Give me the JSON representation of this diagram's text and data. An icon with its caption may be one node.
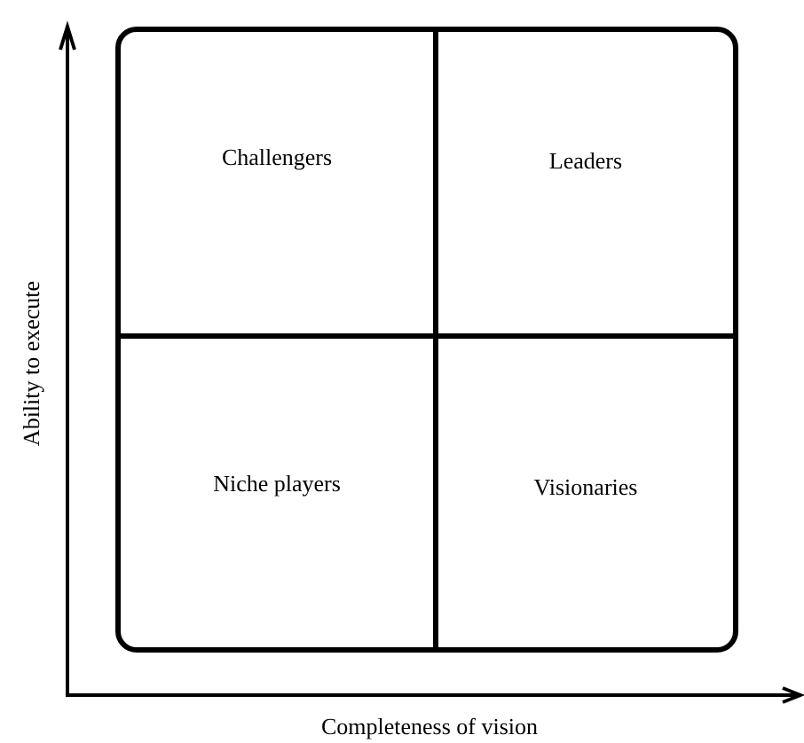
{
  "diagram": {
    "nodes": [
      {
        "text": [
          "Challengers"
        ]
      },
      {
        "text": [
          "Leaders"
        ]
      },
      {
        "text": [
          "Niche players"
        ]
      },
      {
        "text": [
          "Visionaries"
        ]
      }
    ],
    "labels": [
      "Ability to execute",
      "Completeness of vision"
    ]
  }
}
